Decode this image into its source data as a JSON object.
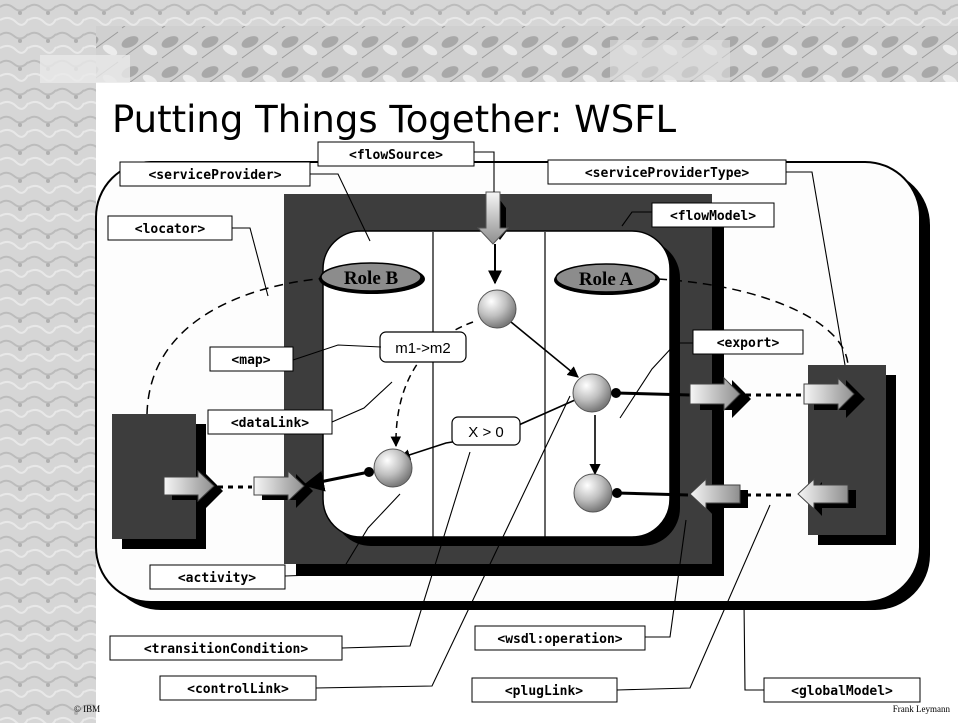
{
  "title": "Putting Things Together: WSFL",
  "footer": {
    "left": "© IBM",
    "right": "Frank Leymann"
  },
  "roles": {
    "b": "Role B",
    "a": "Role A"
  },
  "boxes": {
    "map_value": "m1->m2",
    "condition": "X > 0"
  },
  "tags": {
    "flowSource": "<flowSource>",
    "serviceProvider": "<serviceProvider>",
    "serviceProviderType": "<serviceProviderType>",
    "locator": "<locator>",
    "flowModel": "<flowModel>",
    "map": "<map>",
    "export": "<export>",
    "dataLink": "<dataLink>",
    "activity": "<activity>",
    "transitionCondition": "<transitionCondition>",
    "wsdlOperation": "<wsdl:operation>",
    "controlLink": "<controlLink>",
    "plugLink": "<plugLink>",
    "globalModel": "<globalModel>"
  },
  "colors": {
    "dark": "#3a3a3a",
    "sidebar": "#c8c8c8",
    "node": "#bdbdbd",
    "role": "#8c8c8c"
  }
}
